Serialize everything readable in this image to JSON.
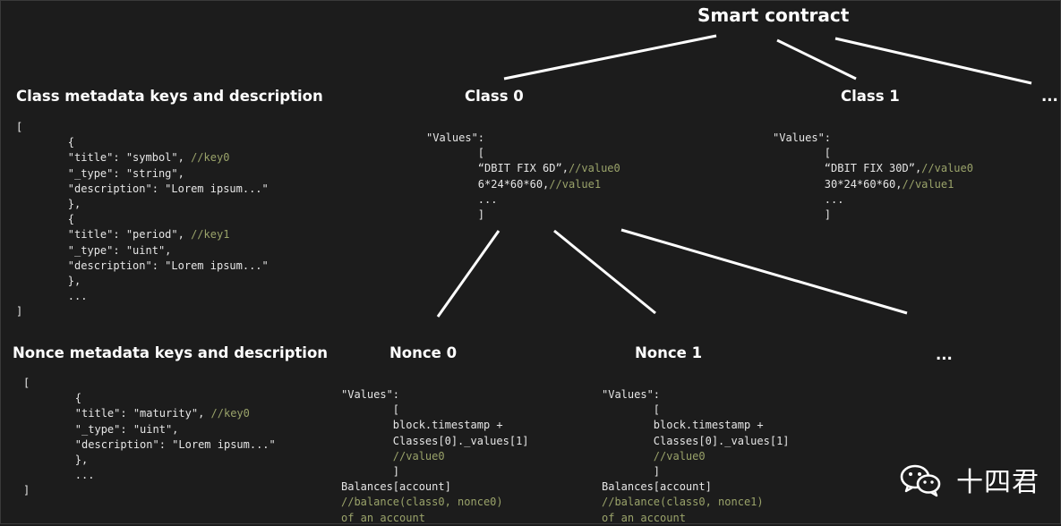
{
  "root": {
    "title": "Smart contract"
  },
  "left": {
    "class_meta": {
      "title": "Class metadata keys and description",
      "lines": [
        {
          "text": "["
        },
        {
          "text": "        {"
        },
        {
          "text": "        \"title\": \"symbol\", ",
          "comment": "//key0"
        },
        {
          "text": "        \"_type\": \"string\","
        },
        {
          "text": "        \"description\": \"Lorem ipsum...\""
        },
        {
          "text": "        },"
        },
        {
          "text": "        {"
        },
        {
          "text": "        \"title\": \"period\", ",
          "comment": "//key1"
        },
        {
          "text": "        \"_type\": \"uint\","
        },
        {
          "text": "        \"description\": \"Lorem ipsum...\""
        },
        {
          "text": "        },"
        },
        {
          "text": "        ..."
        },
        {
          "text": "]"
        }
      ]
    },
    "nonce_meta": {
      "title": "Nonce metadata keys and description",
      "lines": [
        {
          "text": "["
        },
        {
          "text": "        {"
        },
        {
          "text": "        \"title\": \"maturity\", ",
          "comment": "//key0"
        },
        {
          "text": "        \"_type\": \"uint\","
        },
        {
          "text": "        \"description\": \"Lorem ipsum...\""
        },
        {
          "text": "        },"
        },
        {
          "text": "        ..."
        },
        {
          "text": "]"
        }
      ]
    }
  },
  "classes": [
    {
      "title": "Class 0",
      "lines": [
        {
          "text": "\"Values\":"
        },
        {
          "text": "        ["
        },
        {
          "text": "        “DBIT FIX 6D”,",
          "comment": "//value0"
        },
        {
          "text": "        6*24*60*60,",
          "comment": "//value1"
        },
        {
          "text": "        ..."
        },
        {
          "text": "        ]"
        }
      ]
    },
    {
      "title": "Class 1",
      "lines": [
        {
          "text": "\"Values\":"
        },
        {
          "text": "        ["
        },
        {
          "text": "        “DBIT FIX 30D”,",
          "comment": "//value0"
        },
        {
          "text": "        30*24*60*60,",
          "comment": "//value1"
        },
        {
          "text": "        ..."
        },
        {
          "text": "        ]"
        }
      ]
    }
  ],
  "class_more": "...",
  "nonces": [
    {
      "title": "Nonce 0",
      "lines": [
        {
          "text": "\"Values\":"
        },
        {
          "text": "        ["
        },
        {
          "text": "        block.timestamp +"
        },
        {
          "text": "        Classes[0]._values[1]"
        },
        {
          "text": "        ",
          "comment": "//value0"
        },
        {
          "text": "        ]"
        },
        {
          "text": "Balances[account]"
        },
        {
          "text": "",
          "comment": "//balance(class0, nonce0)"
        },
        {
          "text": "",
          "comment": "of an account"
        }
      ]
    },
    {
      "title": "Nonce 1",
      "lines": [
        {
          "text": "\"Values\":"
        },
        {
          "text": "        ["
        },
        {
          "text": "        block.timestamp +"
        },
        {
          "text": "        Classes[0]._values[1]"
        },
        {
          "text": "        ",
          "comment": "//value0"
        },
        {
          "text": "        ]"
        },
        {
          "text": "Balances[account]"
        },
        {
          "text": "",
          "comment": "//balance(class0, nonce1)"
        },
        {
          "text": "",
          "comment": "of an account"
        }
      ]
    }
  ],
  "nonce_more": "...",
  "watermark": {
    "text": "十四君",
    "icon": "wechat-icon"
  }
}
